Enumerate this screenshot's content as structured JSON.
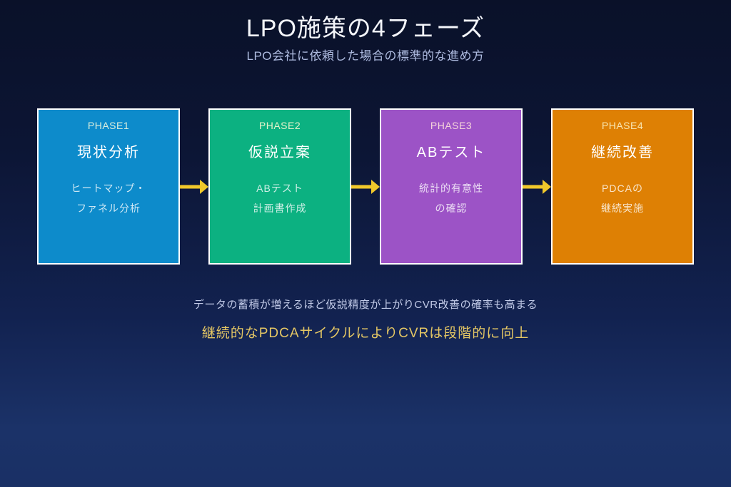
{
  "header": {
    "title": "LPO施策の4フェーズ",
    "subtitle": "LPO会社に依頼した場合の標準的な進め方"
  },
  "phases": [
    {
      "label": "PHASE1",
      "title": "現状分析",
      "desc_line1": "ヒートマップ・",
      "desc_line2": "ファネル分析",
      "color": "#0d8bcb",
      "label_color": "#dbeedd"
    },
    {
      "label": "PHASE2",
      "title": "仮説立案",
      "desc_line1": "ABテスト",
      "desc_line2": "計画書作成",
      "color": "#0cb181",
      "label_color": "#e2f2c9"
    },
    {
      "label": "PHASE3",
      "title": "ABテスト",
      "desc_line1": "統計的有意性",
      "desc_line2": "の確認",
      "color": "#9c53c6",
      "label_color": "#f5d3da"
    },
    {
      "label": "PHASE4",
      "title": "継続改善",
      "desc_line1": "PDCAの",
      "desc_line2": "継続実施",
      "color": "#de8004",
      "label_color": "#f8e6b2"
    }
  ],
  "arrow_color": "#f0c82b",
  "footer": {
    "note": "データの蓄積が増えるほど仮説精度が上がりCVR改善の確率も高まる",
    "highlight": "継続的なPDCAサイクルによりCVRは段階的に向上"
  }
}
